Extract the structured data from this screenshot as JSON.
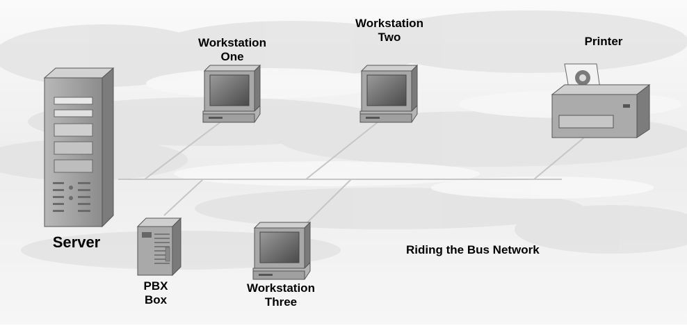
{
  "diagram": {
    "caption": "Riding the Bus Network",
    "nodes": {
      "server": {
        "label": [
          "Server"
        ]
      },
      "workstation_one": {
        "label": [
          "Workstation",
          "One"
        ]
      },
      "workstation_two": {
        "label": [
          "Workstation",
          "Two"
        ]
      },
      "workstation_three": {
        "label": [
          "Workstation",
          "Three"
        ]
      },
      "printer": {
        "label": [
          "Printer"
        ]
      },
      "pbx_box": {
        "label": [
          "PBX",
          "Box"
        ]
      }
    },
    "colors": {
      "background": "#f2f2f2",
      "cloud": "#e3e3e3",
      "bus_line": "#c8c8c8",
      "device_body": "#9a9a9a",
      "device_dark": "#5a5a5a",
      "screen": "#6e6e6e"
    }
  }
}
